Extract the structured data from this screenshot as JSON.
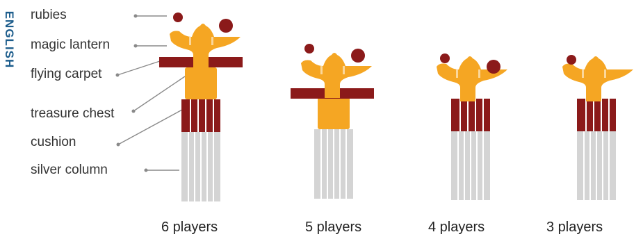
{
  "language_tab": "ENGLISH",
  "components": [
    {
      "id": "rubies",
      "label": "rubies",
      "color": "#8b1a1a"
    },
    {
      "id": "magic-lantern",
      "label": "magic lantern",
      "color": "#f5a623"
    },
    {
      "id": "flying-carpet",
      "label": "flying carpet",
      "color": "#8b1a1a"
    },
    {
      "id": "treasure-chest",
      "label": "treasure chest",
      "color": "#f5a623"
    },
    {
      "id": "cushion",
      "label": "cushion",
      "color": "#8b1a1a"
    },
    {
      "id": "silver-column",
      "label": "silver column",
      "color": "#cfcfcf"
    }
  ],
  "configurations": [
    {
      "caption": "6 players",
      "parts": [
        "silver-column",
        "cushion",
        "treasure-chest",
        "flying-carpet",
        "magic-lantern",
        "rubies"
      ]
    },
    {
      "caption": "5 players",
      "parts": [
        "silver-column",
        "treasure-chest",
        "flying-carpet",
        "magic-lantern",
        "rubies"
      ]
    },
    {
      "caption": "4 players",
      "parts": [
        "silver-column",
        "cushion",
        "magic-lantern",
        "rubies"
      ]
    },
    {
      "caption": "3 players",
      "parts": [
        "silver-column",
        "cushion",
        "magic-lantern",
        "rubies"
      ]
    }
  ]
}
